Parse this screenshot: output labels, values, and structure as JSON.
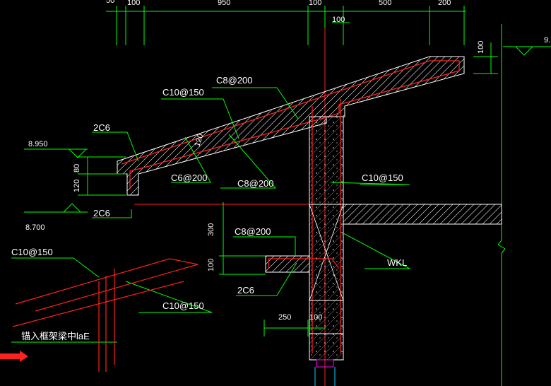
{
  "colors": {
    "background": "#000000",
    "dimension": "#00ff00",
    "concrete": "#ffffff",
    "rebar": "#ff2020",
    "axis": "#ff0000",
    "hatch": "#ffffff",
    "text": "#ffffff",
    "marker": "#ff00ff",
    "cyan": "#00d0ff"
  },
  "top_dims": {
    "d_partial": "50",
    "d100_a": "100",
    "d950": "950",
    "d100_b": "100",
    "d100_c": "100",
    "d500": "500",
    "d200": "200"
  },
  "right_dims": {
    "d100_right": "100",
    "elev_right_partial": "9."
  },
  "elevations": {
    "upper": "8.950",
    "lower": "8.700"
  },
  "left_dims": {
    "d80": "80",
    "d120": "120"
  },
  "mid_dims": {
    "d300": "300",
    "d100_mid": "100",
    "d250": "250",
    "d100_bottom": "100",
    "d120_slab": "120"
  },
  "rebar_labels": {
    "c8_200_top": "C8@200",
    "c10_150_top": "C10@150",
    "c2c6_top": "2C6",
    "c6_200": "C6@200",
    "c8_200_mid": "C8@200",
    "c10_150_right": "C10@150",
    "c2c6_left": "2C6",
    "c8_200_lower": "C8@200",
    "wkl": "WKL",
    "c2c6_lower": "2C6",
    "c10_150_left": "C10@150",
    "c10_150_bottom": "C10@150"
  },
  "note": "锚入框架梁中laE"
}
